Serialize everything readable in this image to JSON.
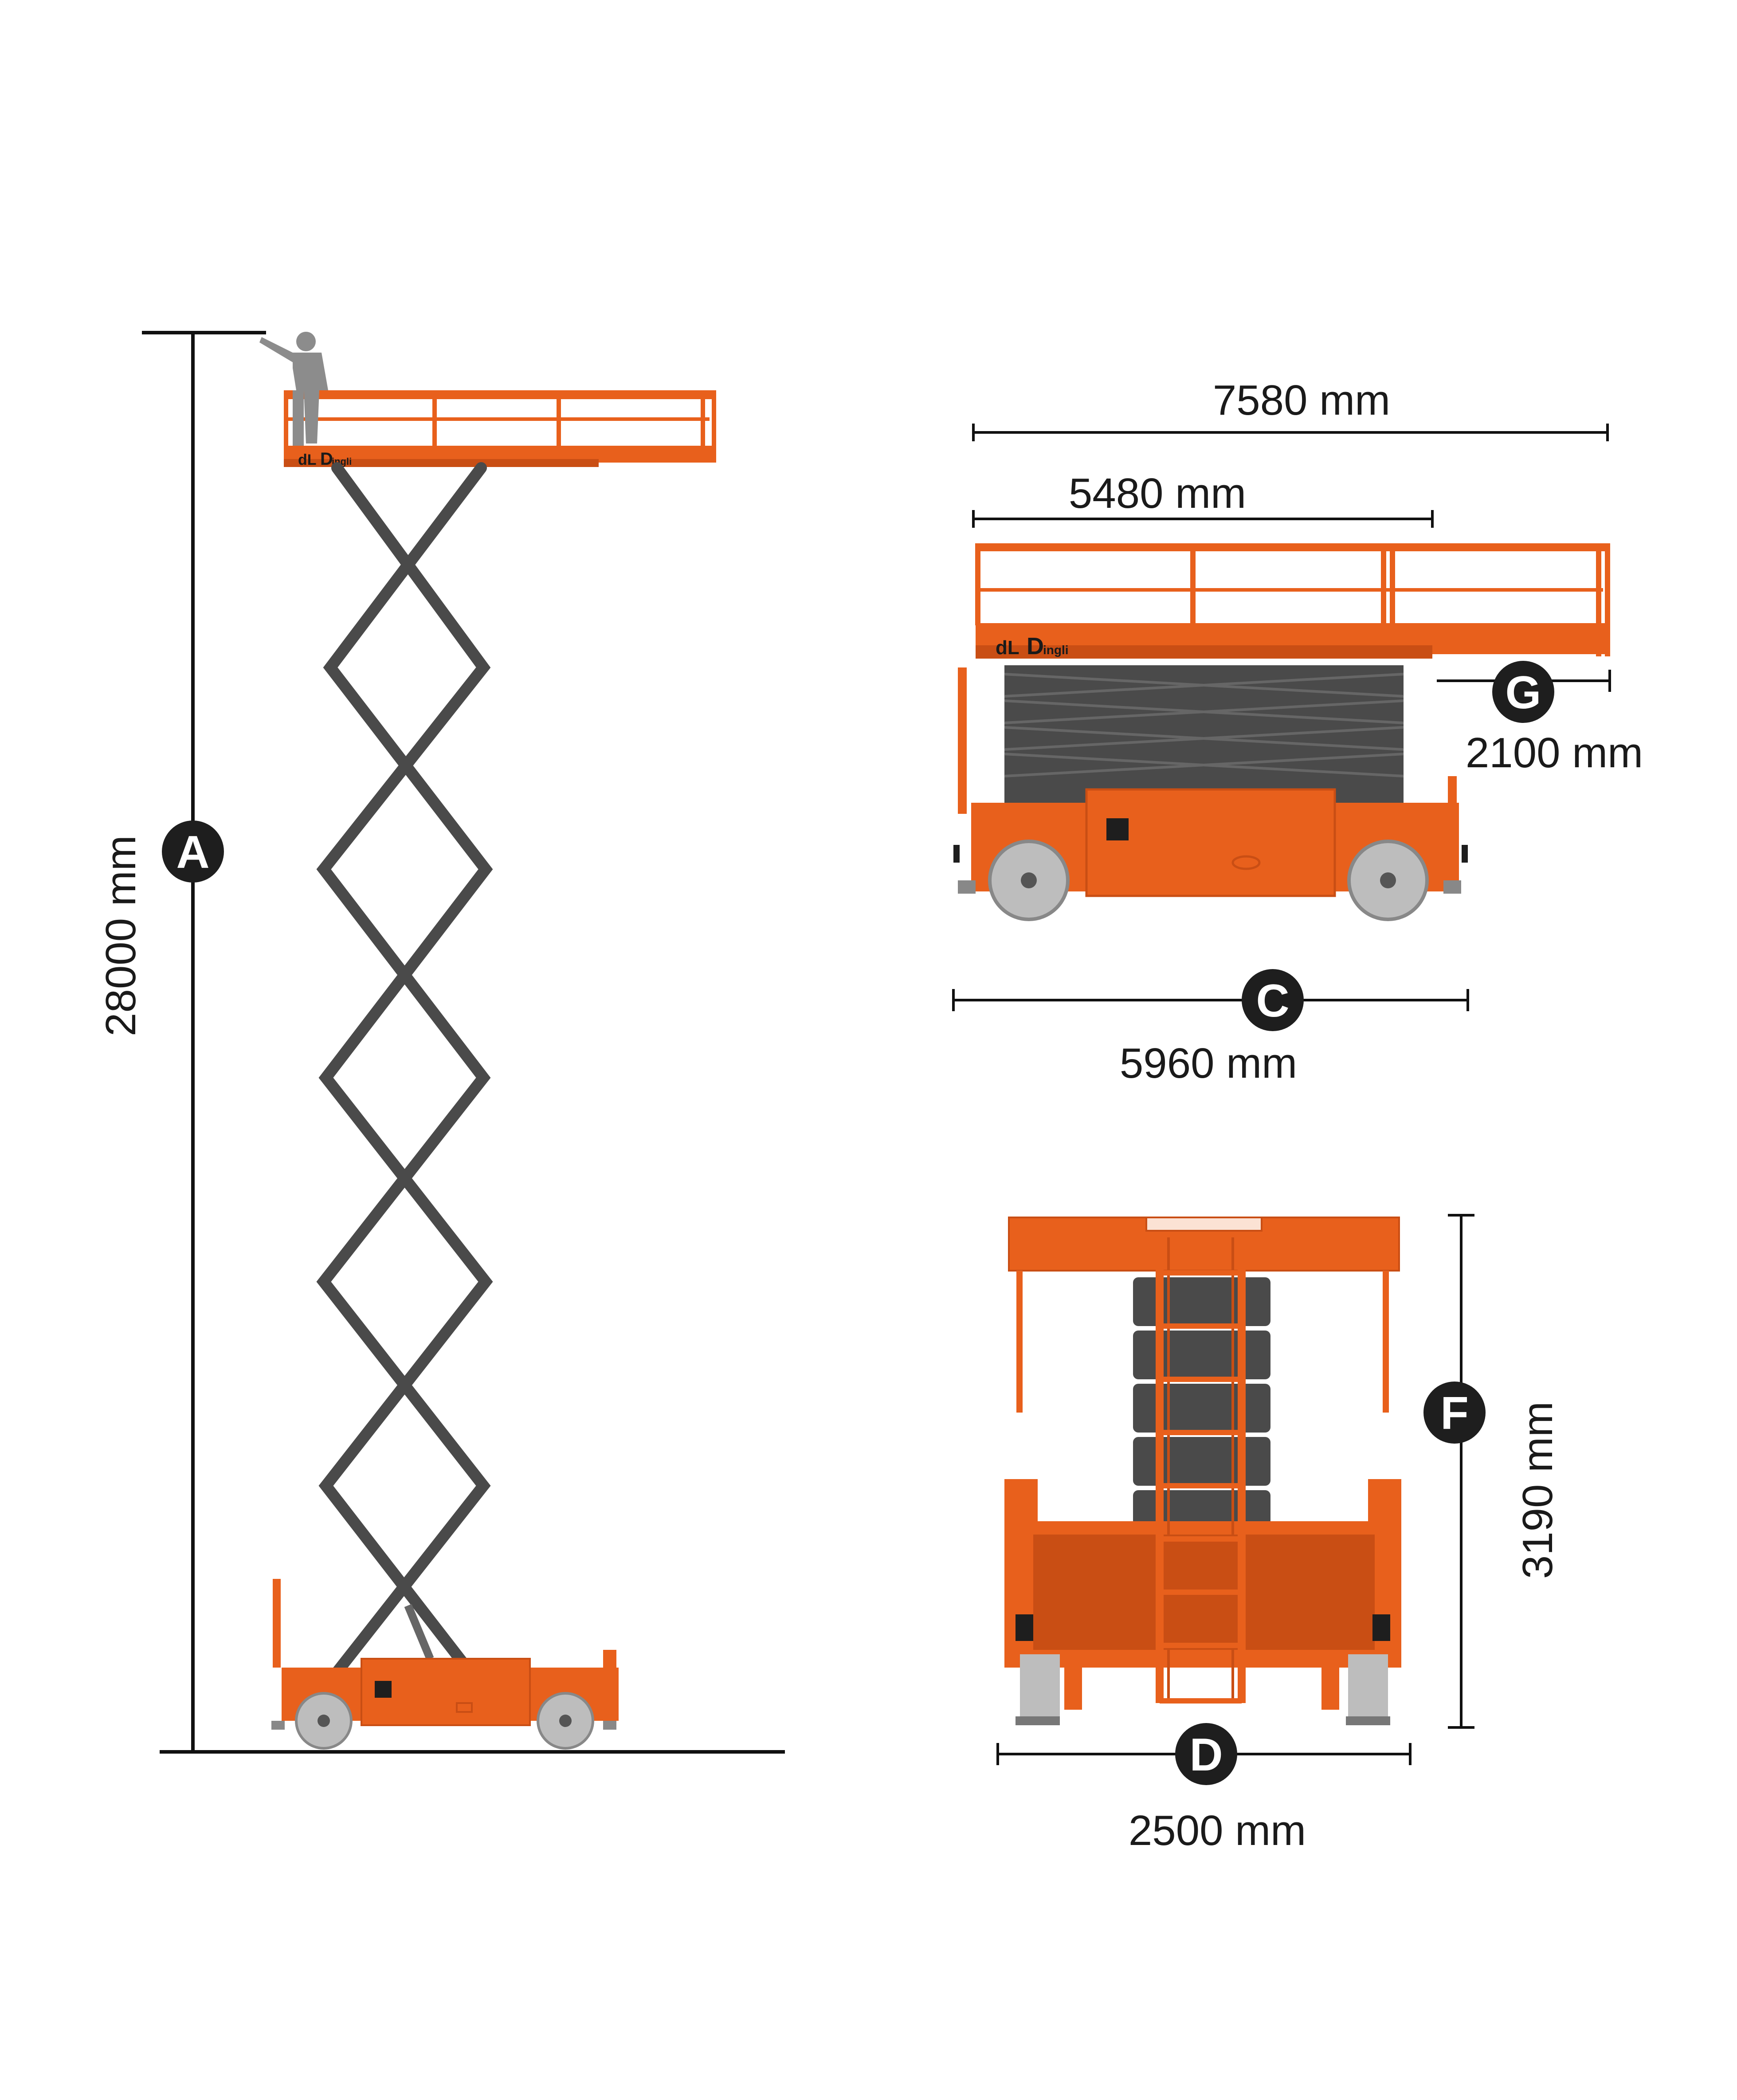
{
  "colors": {
    "machine_orange": "#E8601C",
    "machine_orange_dark": "#C94E14",
    "scissor_gray": "#4a4a4a",
    "tire_gray": "#bdbdbd",
    "badge_black": "#1e1e1e",
    "line_black": "#111111"
  },
  "dimensions": {
    "A": {
      "letter": "A",
      "value": "28000 mm"
    },
    "top_length": {
      "value": "7580 mm"
    },
    "platform_length": {
      "value": "5480 mm"
    },
    "G": {
      "letter": "G",
      "value": "2100 mm"
    },
    "C": {
      "letter": "C",
      "value": "5960 mm"
    },
    "F": {
      "letter": "F",
      "value": "3190 mm"
    },
    "D": {
      "letter": "D",
      "value": "2500 mm"
    }
  },
  "logo": {
    "mark": "dL",
    "brand": "D",
    "brand_rest": "ingli"
  },
  "icons": [
    "person-silhouette-icon",
    "wheel-icon",
    "ladder-icon"
  ]
}
